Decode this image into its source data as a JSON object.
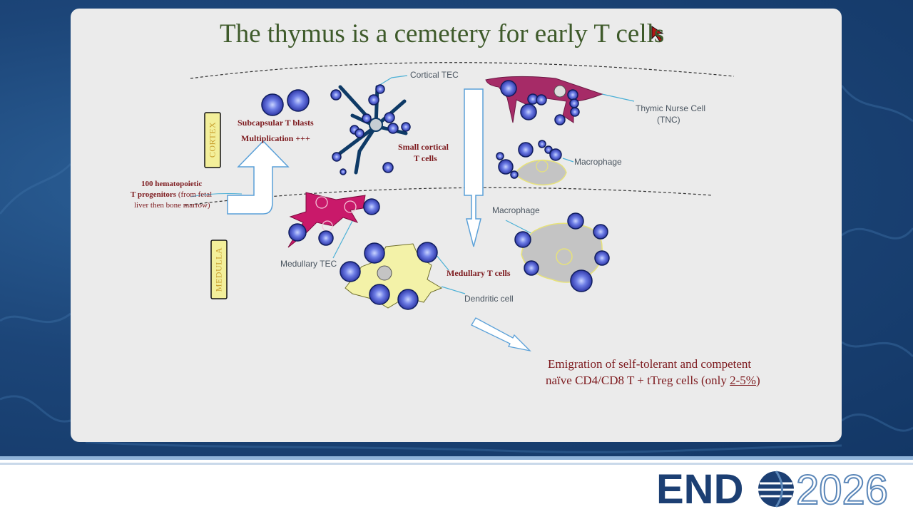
{
  "slide": {
    "title": "The thymus is a cemetery for early T cells",
    "zones": {
      "cortex": "CORTEX",
      "medulla": "MEDULLA"
    },
    "labels": {
      "cortical_tec": "Cortical TEC",
      "thymic_nurse_cell_line1": "Thymic Nurse Cell",
      "thymic_nurse_cell_line2": "(TNC)",
      "subcapsular_line1": "Subcapsular T blasts",
      "subcapsular_line2": "Multiplication +++",
      "small_cortical_line1": "Small cortical",
      "small_cortical_line2": "T cells",
      "macrophage_cortex": "Macrophage",
      "macrophage_medulla": "Macrophage",
      "progenitors_line1": "100 hematopoietic",
      "progenitors_line2_bold": "T progenitors",
      "progenitors_line2_rest": " (from fetal",
      "progenitors_line3": "liver then bone marrow)",
      "medullary_tec": "Medullary TEC",
      "medullary_t_cells": "Medullary T cells",
      "dendritic_cell": "Dendritic cell",
      "emigration_line1": "Emigration of self-tolerant and competent",
      "emigration_line2_pre": "naïve CD4/CD8 T + tTreg cells (only ",
      "emigration_line2_pct": "2-5%",
      "emigration_line2_post": ")"
    }
  },
  "logo": {
    "word": "END",
    "year": "2026",
    "color_dark": "#1c3f73",
    "color_light": "#5a86b8"
  },
  "colors": {
    "title": "#3e5a2a",
    "label_red": "#7d1a1e",
    "cell_blue": "#3f4fc9",
    "tec_magenta": "#c9196a",
    "dendritic_yellow": "#f3f2a8",
    "macrophage_grey": "#c4c4c4",
    "zone_box_yellow": "#f3ef9a"
  }
}
